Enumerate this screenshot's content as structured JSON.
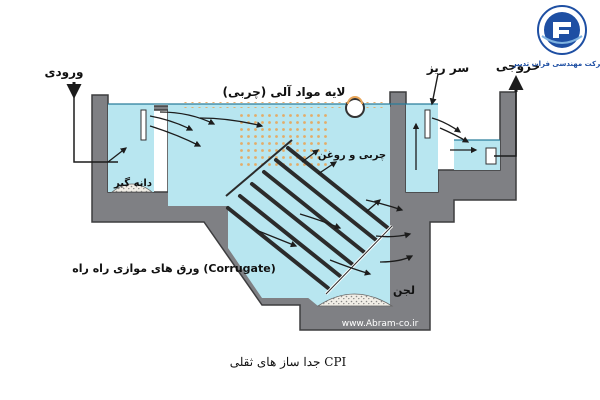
{
  "labels": {
    "inlet": "ورودی",
    "outlet": "خروجی",
    "weir": "سر ریز",
    "organic_layer": "لایه مواد آلی (چربی)",
    "oil_grease": "چربی و روغن",
    "grit": "دانه گیر",
    "plates": "ورق های موازی راه راه (Corrugate)",
    "sludge": "لجن",
    "website": "www.Abram-co.ir",
    "caption": "جدا ساز های ثقلی CPI"
  },
  "logo": {
    "company": "شرکت مهندسی فراب تدبیر",
    "arc_text": "شرکت مهندسی فراب تدبیر"
  },
  "colors": {
    "water": "#b8e6f0",
    "wall": "#7f8084",
    "wall_edge": "#3d3d3f",
    "arrow": "#1c1c1c",
    "oil_dots": "#e8a65a",
    "sludge": "#f1eee6",
    "logo_blue": "#1e4fa3",
    "plate": "#2b2b2b"
  }
}
